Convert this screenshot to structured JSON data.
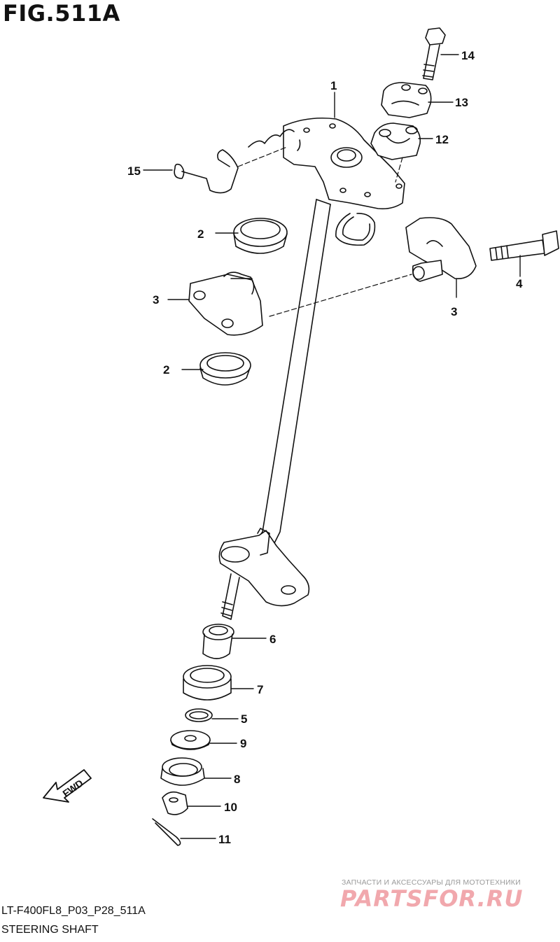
{
  "figure": {
    "title": "FIG.511A",
    "code": "LT-F400FL8_P03_P28_511A",
    "name": "STEERING SHAFT"
  },
  "callouts": [
    {
      "id": "c1",
      "label": "1"
    },
    {
      "id": "c2a",
      "label": "2"
    },
    {
      "id": "c2b",
      "label": "2"
    },
    {
      "id": "c3a",
      "label": "3"
    },
    {
      "id": "c3b",
      "label": "3"
    },
    {
      "id": "c4",
      "label": "4"
    },
    {
      "id": "c5",
      "label": "5"
    },
    {
      "id": "c6",
      "label": "6"
    },
    {
      "id": "c7",
      "label": "7"
    },
    {
      "id": "c8",
      "label": "8"
    },
    {
      "id": "c9",
      "label": "9"
    },
    {
      "id": "c10",
      "label": "10"
    },
    {
      "id": "c11",
      "label": "11"
    },
    {
      "id": "c12",
      "label": "12"
    },
    {
      "id": "c13",
      "label": "13"
    },
    {
      "id": "c14",
      "label": "14"
    },
    {
      "id": "c15",
      "label": "15"
    }
  ],
  "direction_marker": {
    "label": "FWD"
  },
  "watermark": {
    "subtitle": "ЗАПЧАСТИ И АКСЕССУАРЫ ДЛЯ МОТОТЕХНИКИ",
    "brand": "PARTSFOR.RU"
  }
}
